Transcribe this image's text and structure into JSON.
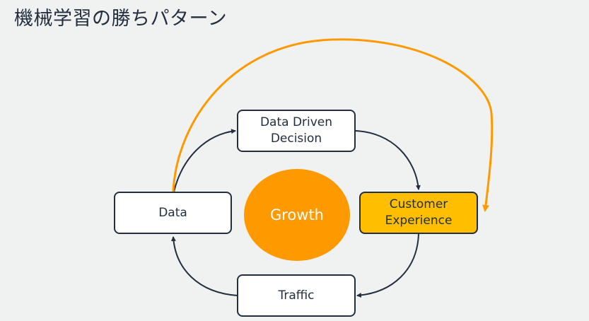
{
  "title": "機械学習の勝ちパターン",
  "colors": {
    "background": "#f0f2f2",
    "box_border": "#232f3e",
    "box_fill": "#ffffff",
    "highlight_fill": "#ffbf00",
    "growth_fill": "#ff9900",
    "feedback_arrow": "#ff9900"
  },
  "nodes": {
    "data": {
      "label": "Data"
    },
    "decision": {
      "line1": "Data Driven",
      "line2": "Decision"
    },
    "customer": {
      "line1": "Customer",
      "line2": "Experience"
    },
    "traffic": {
      "label": "Traffic"
    }
  },
  "center": {
    "label": "Growth"
  },
  "edges": [
    {
      "from": "Data",
      "to": "Data Driven Decision"
    },
    {
      "from": "Data Driven Decision",
      "to": "Customer Experience"
    },
    {
      "from": "Customer Experience",
      "to": "Traffic"
    },
    {
      "from": "Traffic",
      "to": "Data"
    },
    {
      "from": "Data",
      "to": "Customer Experience",
      "style": "feedback"
    }
  ]
}
